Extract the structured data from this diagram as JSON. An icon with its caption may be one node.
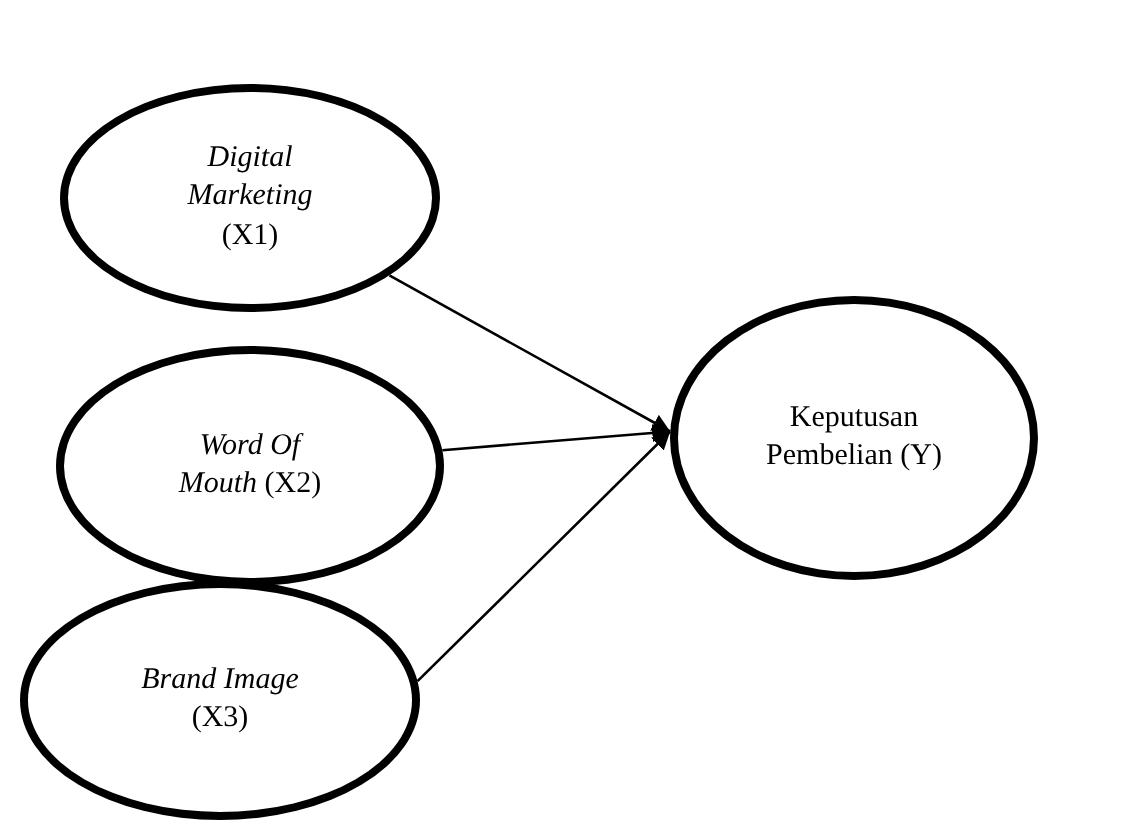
{
  "diagram": {
    "nodes": [
      {
        "text": [
          "*Digital Marketing* (X1)"
        ]
      },
      {
        "text": [
          "*Word Of Mouth* (X2)"
        ]
      },
      {
        "text": [
          "*Brand Image* (X3)"
        ]
      },
      {
        "text": [
          "Keputusan Pembelian (Y)"
        ]
      }
    ],
    "edges": [
      {
        "from": 0,
        "to": 3,
        "arrow": "to"
      },
      {
        "from": 1,
        "to": 3,
        "arrow": "to"
      },
      {
        "from": 2,
        "to": 3,
        "arrow": "to"
      }
    ]
  }
}
